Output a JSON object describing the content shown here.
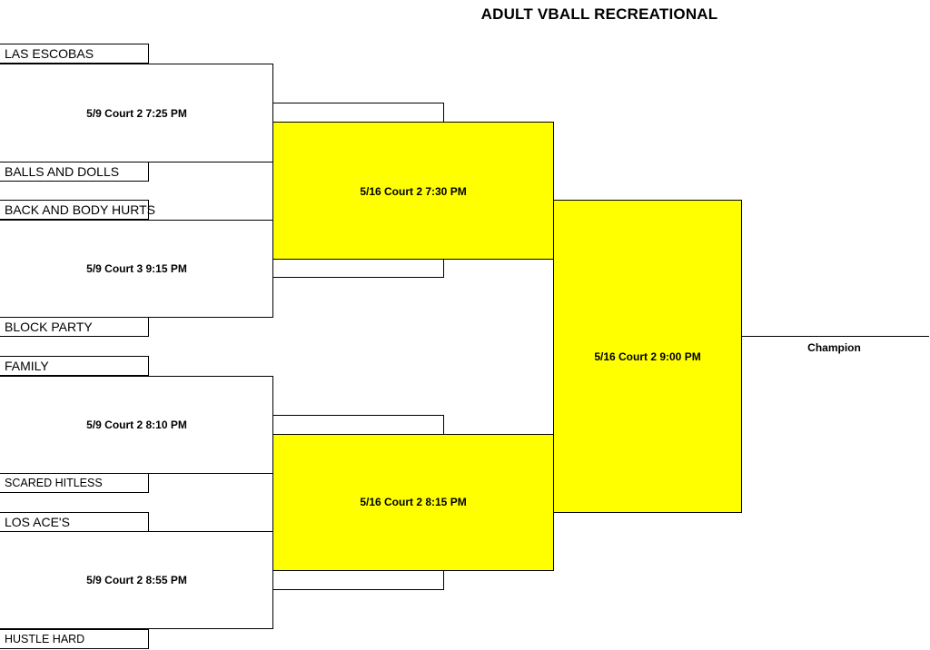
{
  "title": "ADULT VBALL RECREATIONAL",
  "colors": {
    "highlight": "#ffff00",
    "line": "#000000",
    "background": "#ffffff"
  },
  "round1": {
    "teams": [
      "LAS ESCOBAS",
      "BALLS AND DOLLS",
      "BACK AND BODY HURTS",
      "BLOCK PARTY",
      "FAMILY",
      "SCARED HITLESS",
      "LOS ACE'S",
      "HUSTLE HARD"
    ],
    "matches": [
      "5/9 Court 2 7:25 PM",
      "5/9 Court 3 9:15 PM",
      "5/9 Court 2 8:10 PM",
      "5/9 Court 2 8:55 PM"
    ]
  },
  "round2": {
    "matches": [
      "5/16 Court 2 7:30 PM",
      "5/16 Court 2 8:15 PM"
    ]
  },
  "final": {
    "match": "5/16 Court 2 9:00 PM"
  },
  "champion_label": "Champion"
}
